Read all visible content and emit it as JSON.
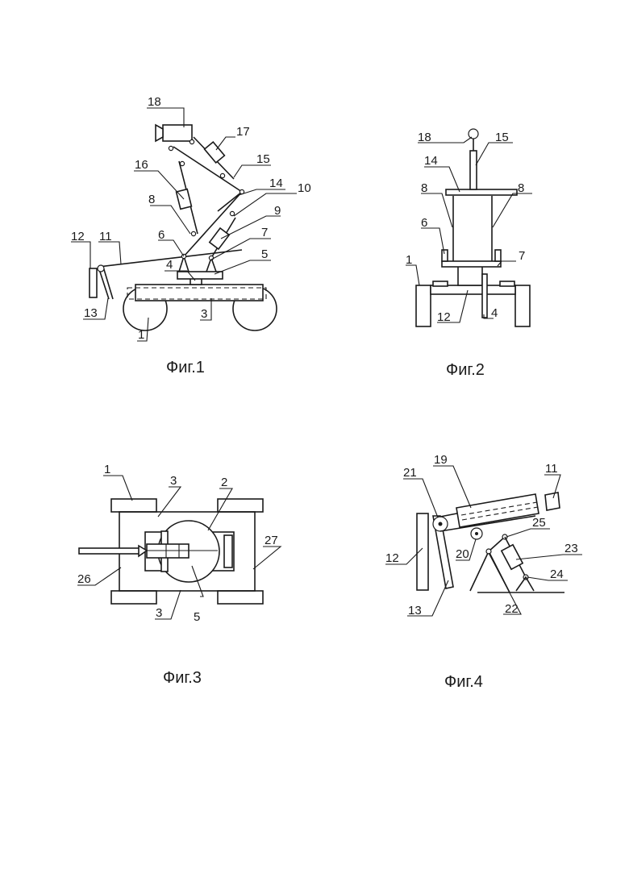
{
  "figures": [
    {
      "caption": "Фиг.1",
      "labels": [
        "18",
        "17",
        "16",
        "15",
        "14",
        "10",
        "8",
        "9",
        "6",
        "7",
        "12",
        "11",
        "5",
        "4",
        "13",
        "3",
        "1"
      ]
    },
    {
      "caption": "Фиг.2",
      "labels": [
        "18",
        "15",
        "14",
        "8",
        "8",
        "6",
        "7",
        "1",
        "12",
        "4"
      ]
    },
    {
      "caption": "Фиг.3",
      "labels": [
        "1",
        "3",
        "2",
        "27",
        "26",
        "3",
        "5"
      ]
    },
    {
      "caption": "Фиг.4",
      "labels": [
        "19",
        "11",
        "21",
        "25",
        "23",
        "12",
        "20",
        "24",
        "13",
        "22"
      ]
    }
  ]
}
